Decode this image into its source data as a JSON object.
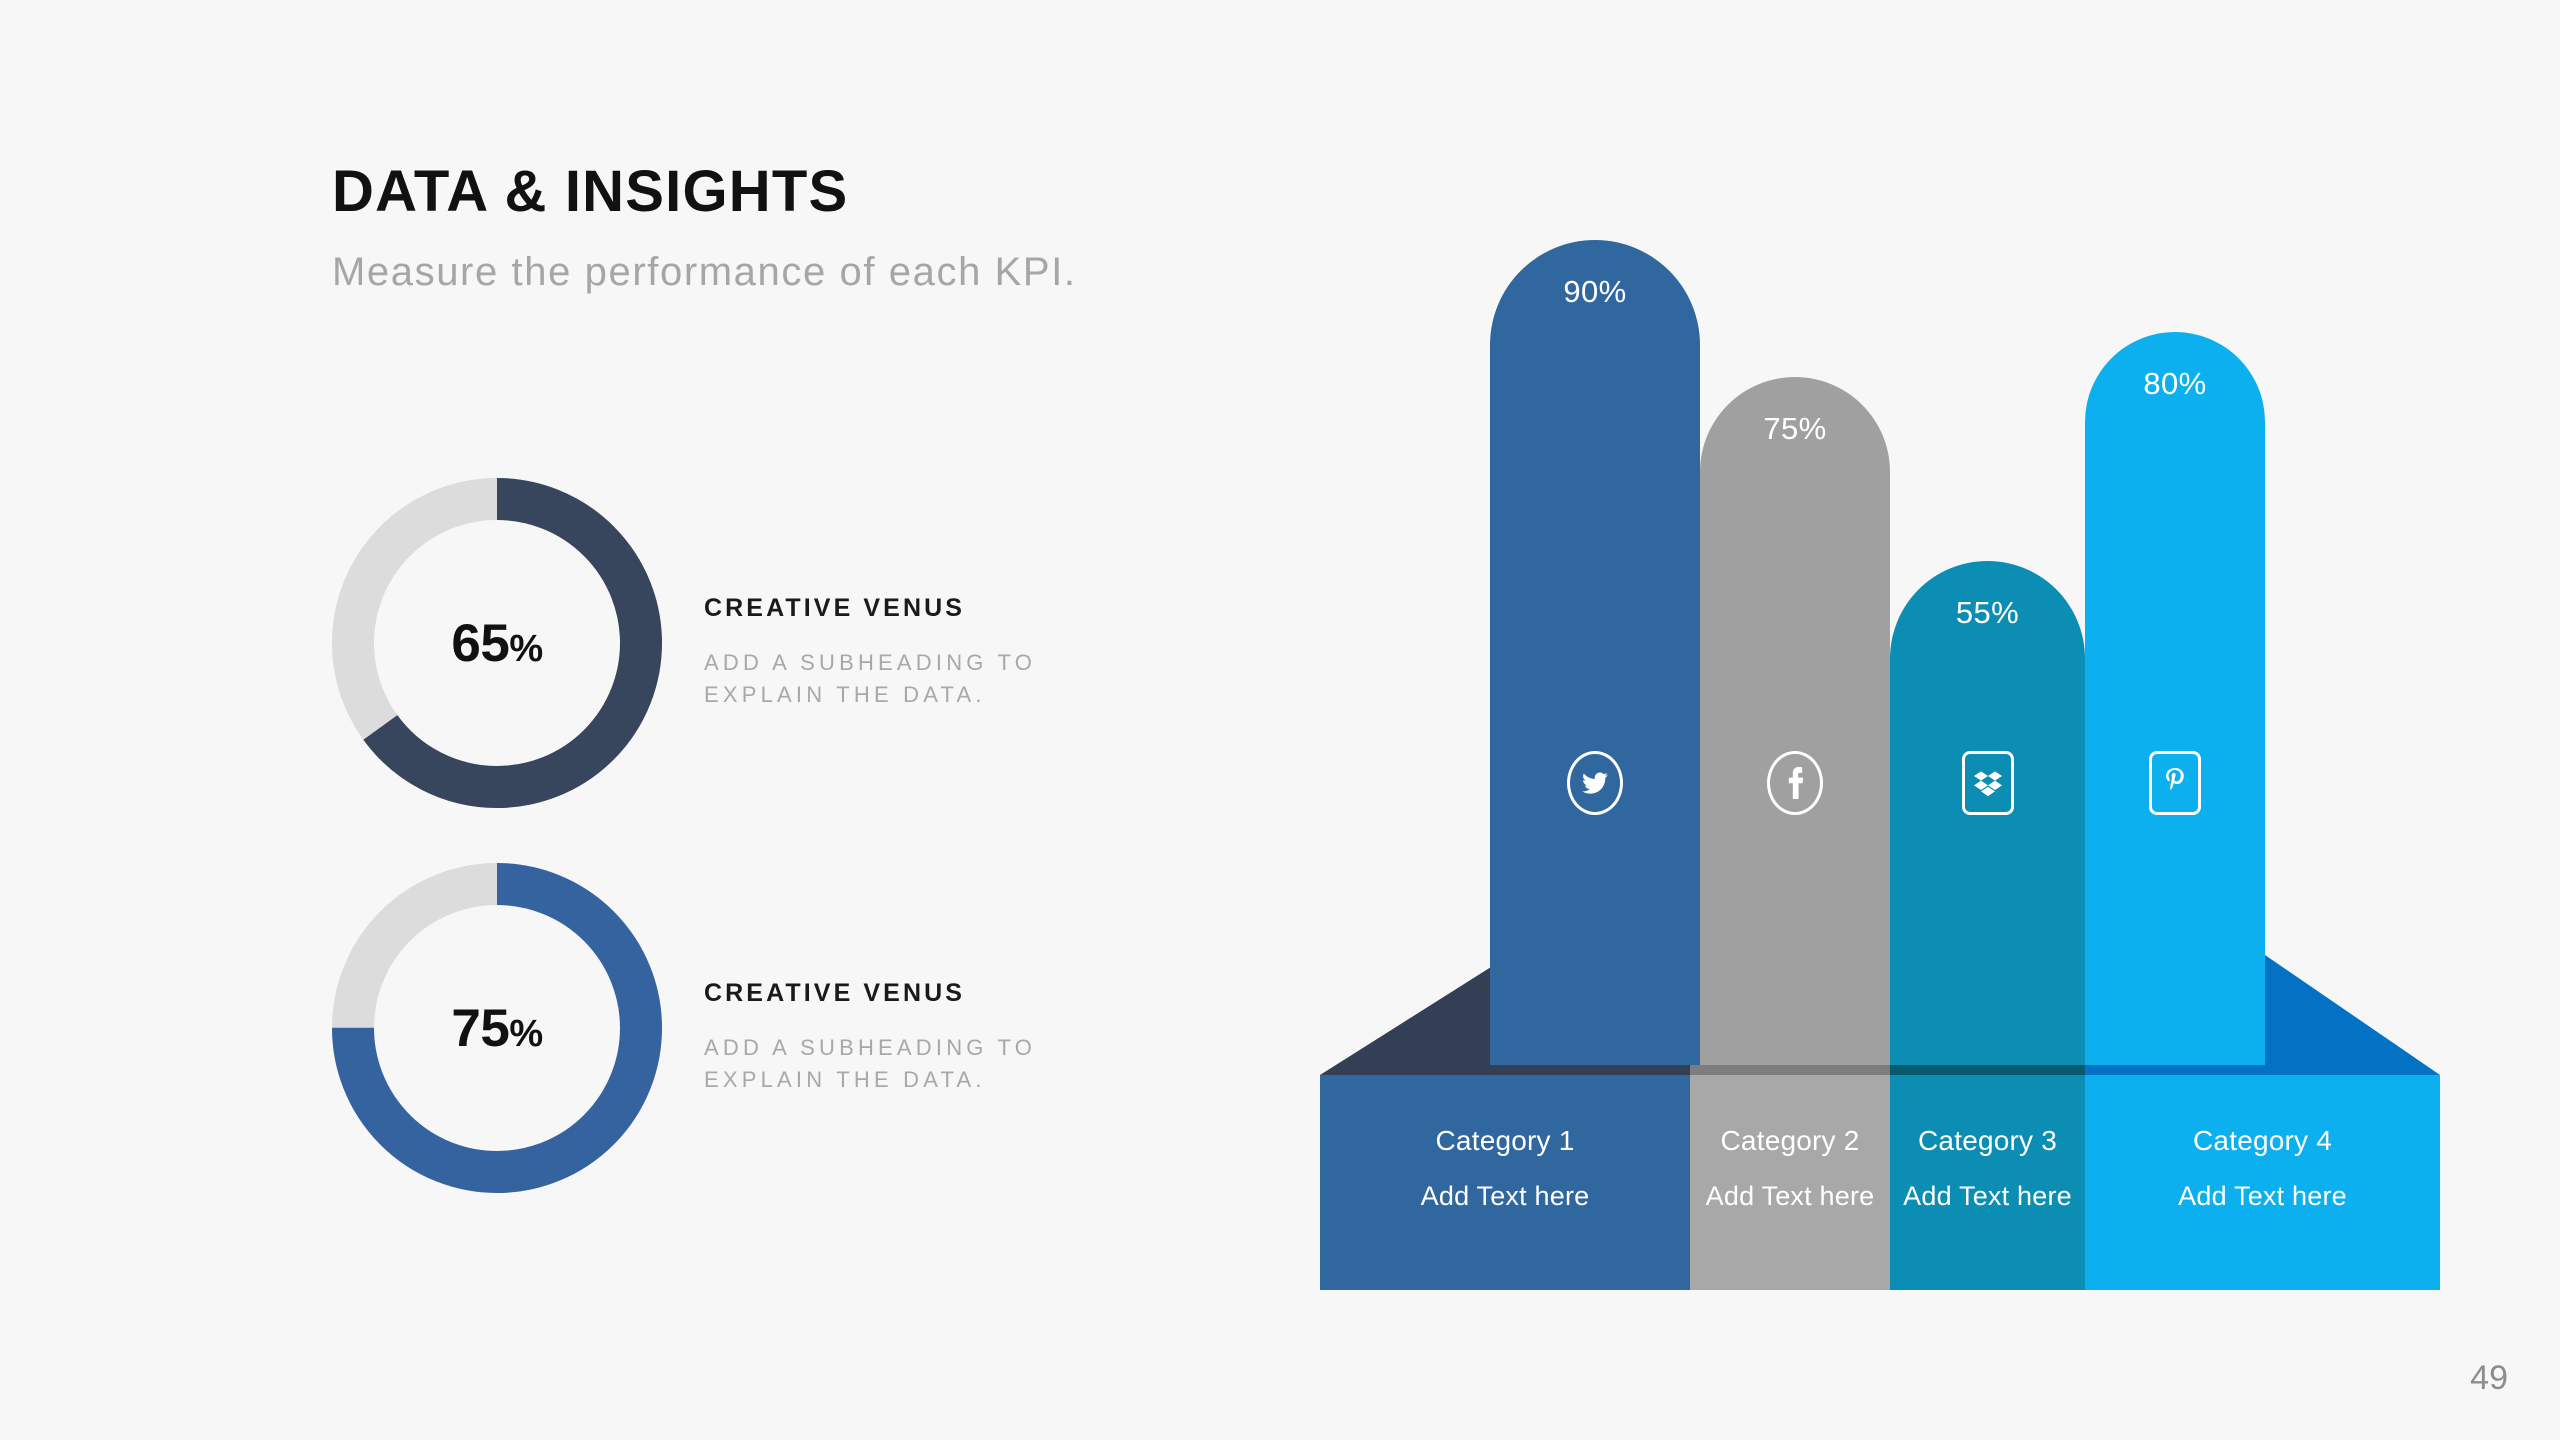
{
  "header": {
    "title": "DATA & INSIGHTS",
    "subtitle": "Measure the performance of each KPI."
  },
  "page_number": "49",
  "colors": {
    "background": "#f7f7f7",
    "donut_track": "#dcdcdc",
    "donut_1": "#37465c",
    "donut_2": "#35639f",
    "bar_1": "#30679f",
    "bar_2": "#a0a0a0",
    "bar_3": "#0b8db4",
    "bar_4": "#0cb0ee",
    "ped_top_1": "#333f54",
    "ped_top_2": "#7d7d7d",
    "ped_top_3": "#065a6e",
    "ped_top_4": "#0372c4",
    "title_text": "#111111",
    "subtitle_text": "#a6a6a6",
    "muted_text": "#a8a8a8",
    "page_number_text": "#8d8d8d"
  },
  "kpis": [
    {
      "value": "65",
      "percent_symbol": "%",
      "percent": 65,
      "heading": "CREATIVE VENUS",
      "subheading_line_1": "ADD A SUBHEADING TO",
      "subheading_line_2": "EXPLAIN THE DATA.",
      "color": "#37465c"
    },
    {
      "value": "75",
      "percent_symbol": "%",
      "percent": 75,
      "heading": "CREATIVE VENUS",
      "subheading_line_1": "ADD A SUBHEADING TO",
      "subheading_line_2": "EXPLAIN THE DATA.",
      "color": "#35639f"
    }
  ],
  "chart_data": {
    "type": "bar",
    "title": "",
    "xlabel": "",
    "ylabel": "",
    "ylim": [
      0,
      100
    ],
    "grid": false,
    "legend": "none",
    "categories": [
      "Category 1",
      "Category 2",
      "Category 3",
      "Category 4"
    ],
    "values": [
      90,
      75,
      55,
      80
    ],
    "value_labels": [
      "90%",
      "75%",
      "55%",
      "80%"
    ],
    "bar_colors": [
      "#30679f",
      "#a0a0a0",
      "#0b8db4",
      "#0cb0ee"
    ],
    "pedestal_top_colors": [
      "#333f54",
      "#7d7d7d",
      "#065a6e",
      "#0372c4"
    ],
    "icons": [
      "twitter-icon",
      "facebook-icon",
      "dropbox-icon",
      "pinterest-icon"
    ],
    "icon_frame_shapes": [
      "circle",
      "circle",
      "rounded-square",
      "rounded-square"
    ],
    "category_captions": [
      "Add Text here",
      "Add Text here",
      "Add Text here",
      "Add Text here"
    ]
  }
}
